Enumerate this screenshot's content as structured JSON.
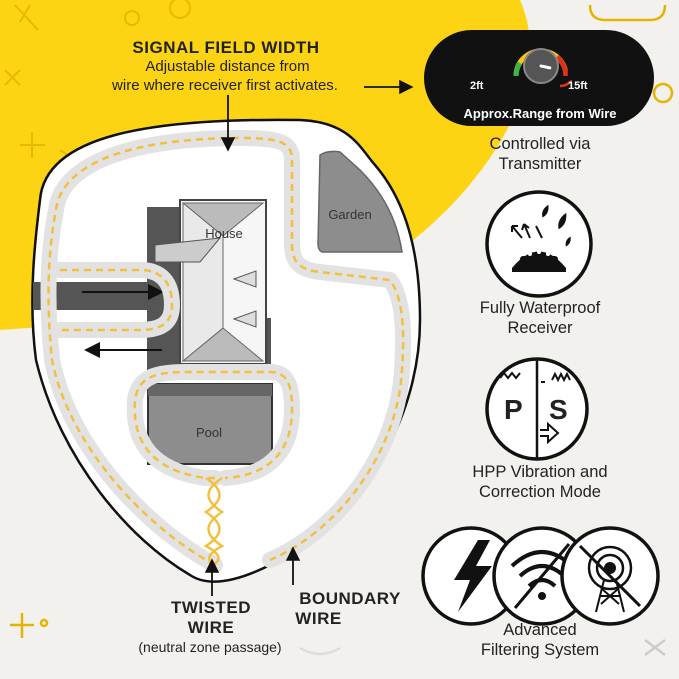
{
  "signal": {
    "title": "SIGNAL FIELD WIDTH",
    "line1": "Adjustable distance from",
    "line2": "wire where receiver first activates."
  },
  "dial": {
    "min": "2ft",
    "max": "15ft",
    "caption": "Approx.Range from Wire",
    "level": 0.7
  },
  "transmitter": {
    "line1": "Controlled via",
    "line2": "Transmitter"
  },
  "waterproof": {
    "line1": "Fully Waterproof",
    "line2": "Receiver"
  },
  "hpp": {
    "p": "P",
    "s": "S",
    "line1": "HPP Vibration and",
    "line2": "Correction Mode"
  },
  "filter": {
    "line1": "Advanced",
    "line2": "Filtering System"
  },
  "map": {
    "house": "House",
    "garden": "Garden",
    "pool": "Pool"
  },
  "twisted": {
    "line1": "TWISTED",
    "line2": "WIRE",
    "note": "(neutral zone passage)"
  },
  "boundary": {
    "line1": "BOUNDARY",
    "line2": "WIRE"
  },
  "colors": {
    "yellow": "#fdd414",
    "wire": "#f2bf3f",
    "dark": "#111111",
    "gray": "#8d8d8d",
    "darkgray": "#555555",
    "background": "#f3f1ed"
  }
}
